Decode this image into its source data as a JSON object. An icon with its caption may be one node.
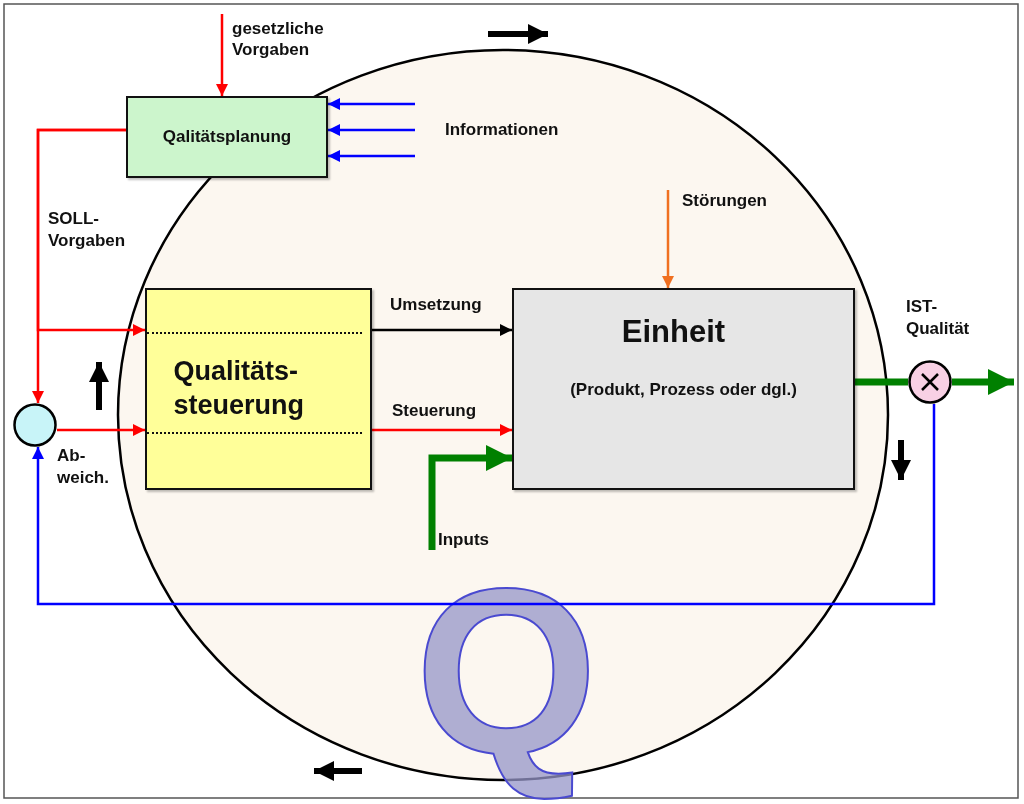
{
  "diagram": {
    "nodes": [
      {
        "text": [
          "gesetzliche Vorgaben"
        ]
      },
      {
        "text": [
          "Qalitätsplanung"
        ]
      },
      {
        "text": [
          "Informationen"
        ]
      },
      {
        "text": [
          "Störungen"
        ]
      },
      {
        "text": [
          "Qualitäts- steuerung"
        ]
      },
      {
        "text": [
          "Einheit",
          "(Produkt, Prozess oder dgl.)"
        ]
      },
      {
        "text": [],
        "shape": "circle"
      },
      {
        "text": [],
        "shape": "circle",
        "beside": [
          "IST- Qualität"
        ]
      },
      {
        "text": [
          "Inputs"
        ]
      }
    ],
    "edges": [
      {
        "from": 0,
        "to": 1,
        "arrow": "to"
      },
      {
        "from": 2,
        "to": 1,
        "arrow": "to",
        "color": "#0000ff"
      },
      {
        "from": 2,
        "to": 1,
        "arrow": "to",
        "color": "#0000ff"
      },
      {
        "from": 2,
        "to": 1,
        "arrow": "to",
        "color": "#0000ff"
      },
      {
        "from": 1,
        "to": 4,
        "arrow": "to"
      },
      {
        "from": 1,
        "to": 6,
        "arrow": "to",
        "label": "SOLL- Vorgaben"
      },
      {
        "from": 6,
        "to": 4,
        "arrow": "to",
        "label": "Ab- weich."
      },
      {
        "from": 4,
        "to": 5,
        "arrow": "to",
        "label": "Umsetzung",
        "color": "#000000"
      },
      {
        "from": 4,
        "to": 5,
        "arrow": "to",
        "label": "Steuerung"
      },
      {
        "from": 3,
        "to": 5,
        "arrow": "to",
        "color": "#f07020"
      },
      {
        "from": 8,
        "to": 5,
        "arrow": "to",
        "style": "thick",
        "color": "#008000"
      },
      {
        "from": 5,
        "to": 7,
        "arrow": "none",
        "style": "thick",
        "color": "#008000"
      },
      {
        "from": 7,
        "to": null,
        "arrow": "to",
        "style": "thick",
        "color": "#008000"
      },
      {
        "from": 7,
        "to": 6,
        "arrow": "to",
        "color": "#0000ff"
      }
    ],
    "labels": [
      "Q"
    ]
  }
}
